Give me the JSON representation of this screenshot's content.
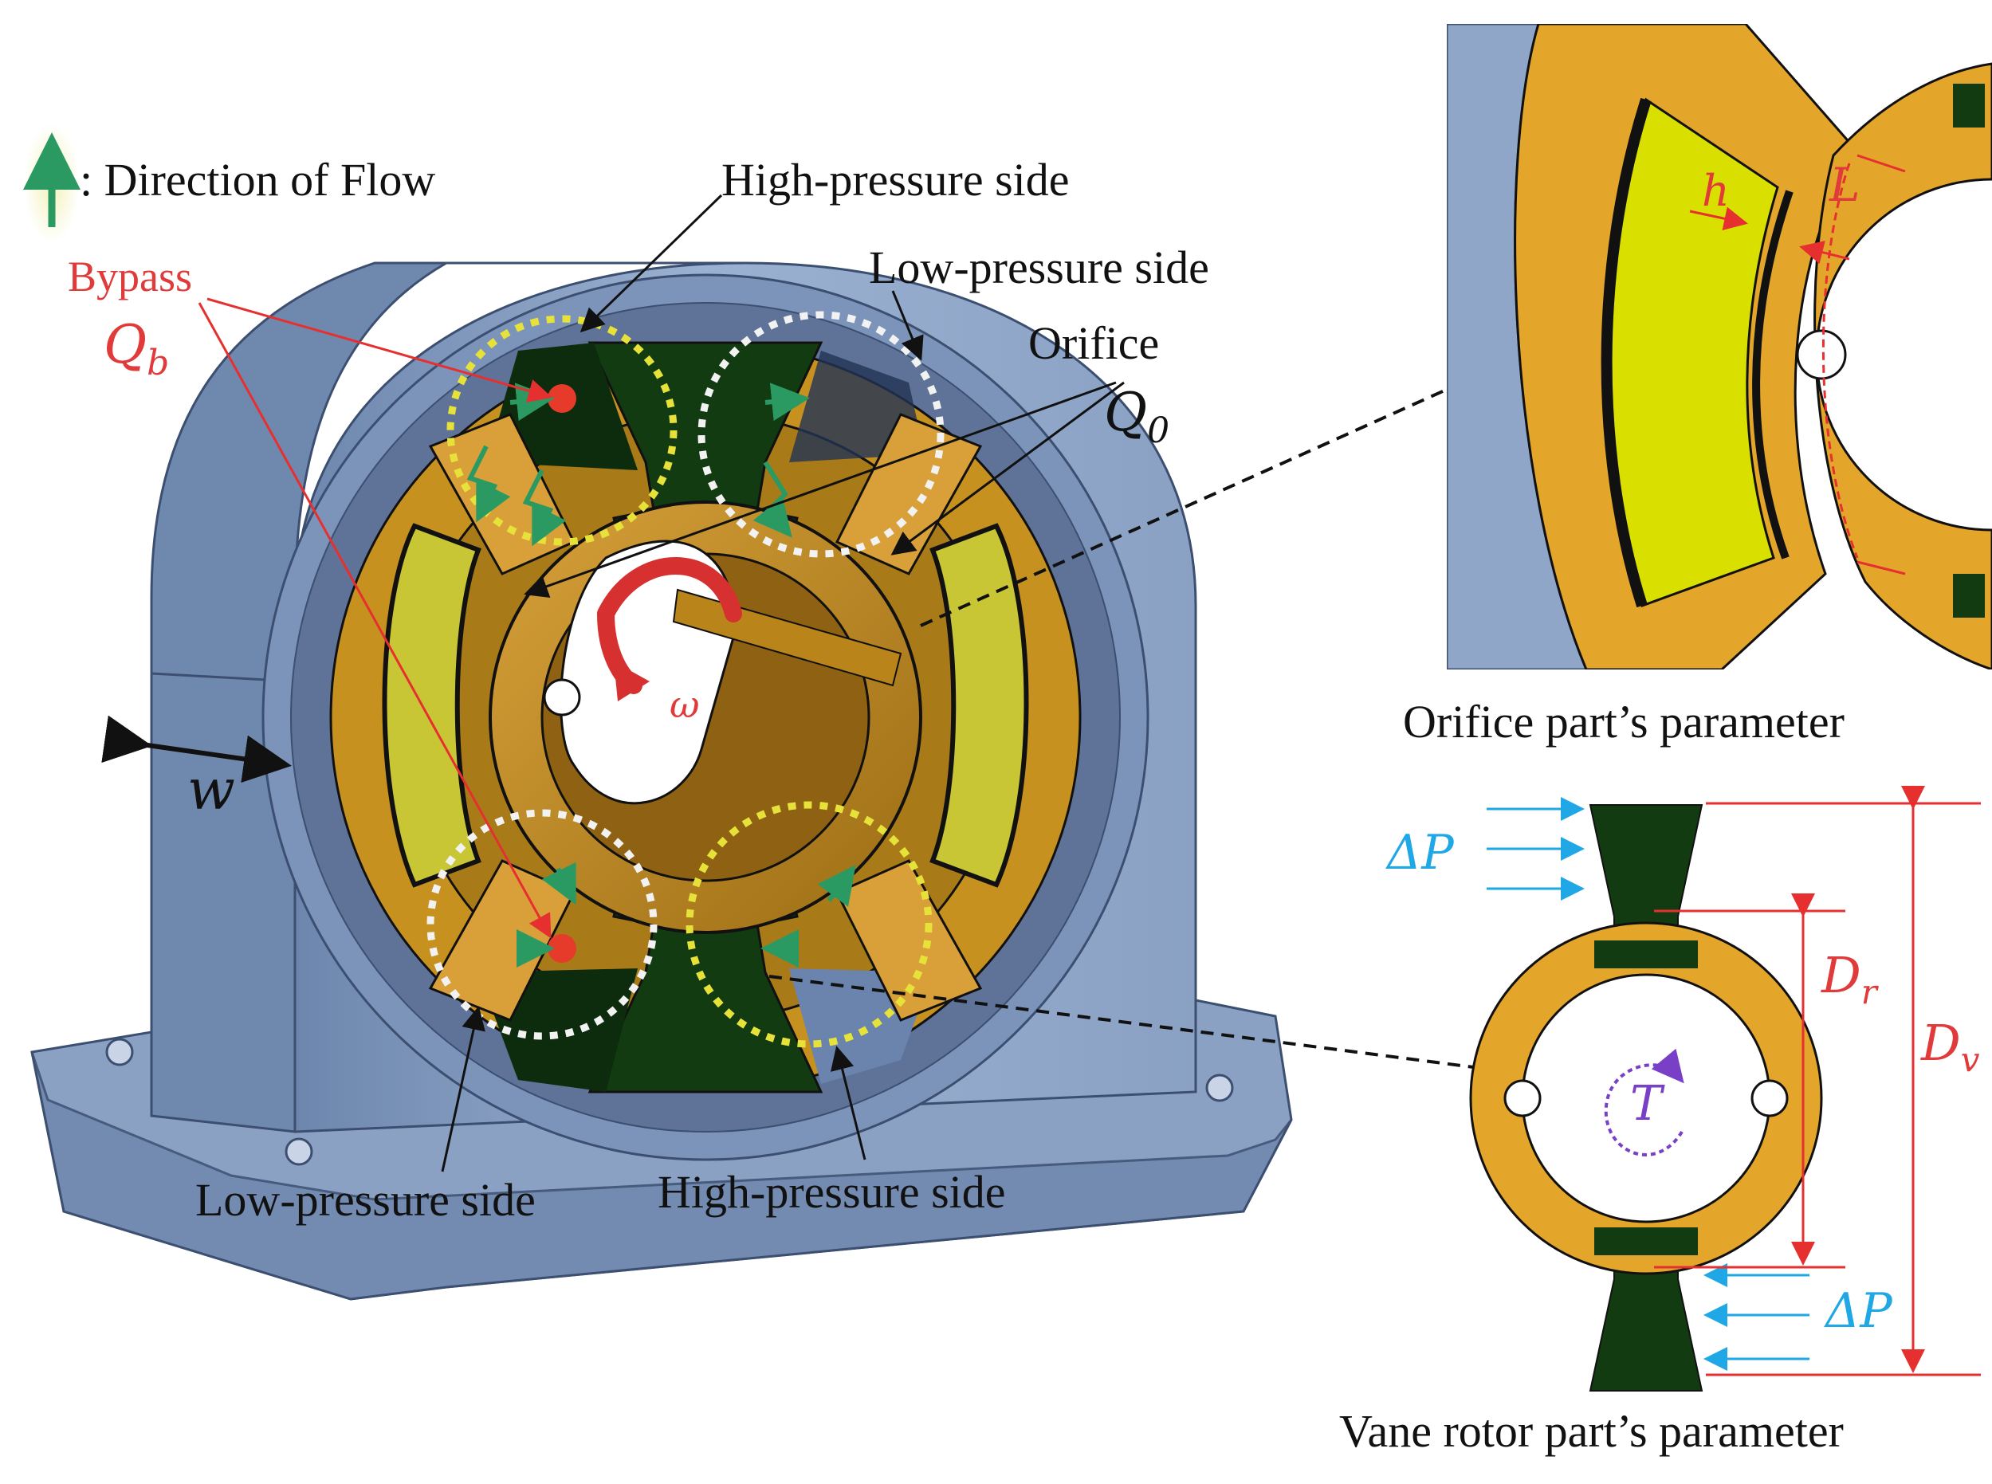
{
  "legend": {
    "text": ": Direction of Flow"
  },
  "labels": {
    "high_pressure_top": "High-pressure side",
    "low_pressure_top": "Low-pressure side",
    "orifice": "Orifice",
    "bypass": "Bypass",
    "low_pressure_bottom": "Low-pressure side",
    "high_pressure_bottom": "High-pressure side",
    "width_symbol": "w",
    "omega_symbol": "ω"
  },
  "orifice_flow": {
    "base": "Q",
    "sub": "0"
  },
  "bypass_flow": {
    "base": "Q",
    "sub": "b"
  },
  "orifice_detail": {
    "caption": "Orifice part’s parameter",
    "gap_symbol": "h",
    "length_symbol": "L"
  },
  "vane_detail": {
    "caption": "Vane rotor part’s parameter",
    "pressure_top": "ΔP",
    "pressure_bottom": "ΔP",
    "torque_symbol": "T",
    "rotor_dia": {
      "base": "D",
      "sub": "r"
    },
    "vane_dia": {
      "base": "D",
      "sub": "v"
    }
  },
  "colors": {
    "housing": "#8fa6c8",
    "housing_dark": "#6f88ae",
    "rotor": "#c6911f",
    "rotor_light": "#e3a52a",
    "vane": "#123b12",
    "chamber": "#c9c635",
    "chamber_bright": "#d9e000",
    "flow_arrow": "#2a9a62",
    "annotation_red": "#e63030",
    "pressure_blue": "#1fa7e6",
    "torque_purple": "#7a3fc7"
  }
}
